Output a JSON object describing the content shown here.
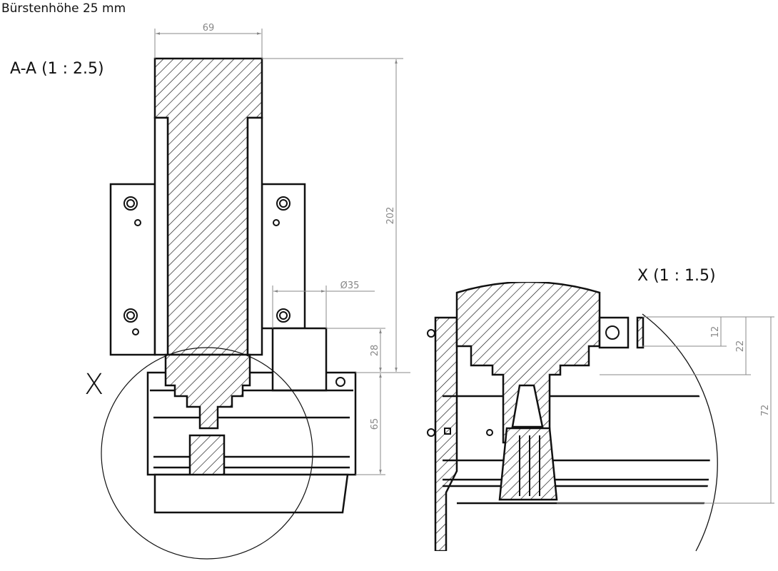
{
  "header": {
    "brush_height": "Bürstenhöhe 25 mm"
  },
  "section_view": {
    "title": "A-A  (1 : 2.5)",
    "detail_marker": "X",
    "dimensions": {
      "width": "69",
      "height": "202",
      "diameter": "Ø35",
      "tube_height": "28",
      "body_height": "65"
    }
  },
  "detail_view": {
    "title": "X  (1 : 1.5)",
    "dimensions": {
      "d1": "12",
      "d2": "22",
      "d3": "72"
    }
  },
  "colors": {
    "line": "#111111",
    "dimension": "#888888"
  }
}
